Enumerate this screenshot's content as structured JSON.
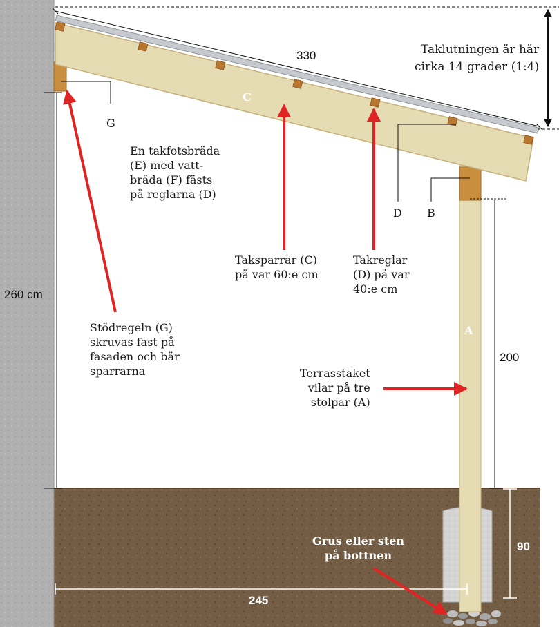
{
  "dimensions": {
    "roof_length": "330",
    "wall_height": "260 cm",
    "post_height": "200",
    "footing_depth": "90",
    "ground_width": "245"
  },
  "labels": {
    "slope_line1": "Taklutningen är här",
    "slope_line2": "cirka 14 grader (1:4)",
    "eave_line1": "En takfotsbräda",
    "eave_line2": "(E) med vatt-",
    "eave_line3": "bräda (F) fästs",
    "eave_line4": "på reglarna (D)",
    "rafter_line1": "Taksparrar (C)",
    "rafter_line2": "på var 60:e cm",
    "batten_line1": "Takreglar",
    "batten_line2": "(D) på var",
    "batten_line3": "40:e cm",
    "ledger_line1": "Stödregeln (G)",
    "ledger_line2": "skruvas fast på",
    "ledger_line3": "fasaden och bär",
    "ledger_line4": "sparrarna",
    "post_line1": "Terrasstaket",
    "post_line2": "vilar på tre",
    "post_line3": "stolpar (A)",
    "gravel_line1": "Grus eller sten",
    "gravel_line2": "på bottnen"
  },
  "parts": {
    "a": "A",
    "b": "B",
    "c": "C",
    "d": "D",
    "g": "G"
  },
  "colors": {
    "wood": "#e6dcb4",
    "wood_dark": "#c4b07a",
    "batten": "#b8762e",
    "metal": "#b9bdc3",
    "wall": "#b3b3b3",
    "soil": "#735d45",
    "concrete": "#d2d2d2",
    "arrow": "#e02323"
  }
}
